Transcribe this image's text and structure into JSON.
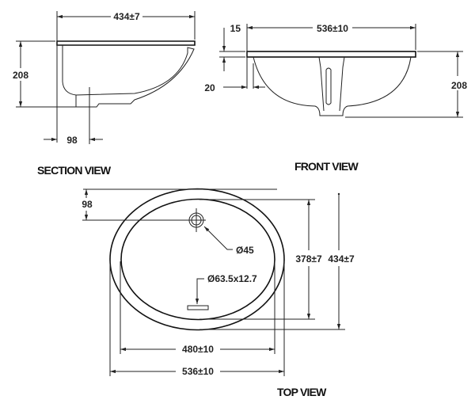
{
  "section_view": {
    "title": "SECTION VIEW",
    "width": "434±7",
    "height": "208",
    "offset": "98"
  },
  "front_view": {
    "title": "FRONT VIEW",
    "width": "536±10",
    "rim": "15",
    "wall": "20",
    "height": "208"
  },
  "top_view": {
    "title": "TOP VIEW",
    "overflow_offset": "98",
    "overflow_diameter": "Ø45",
    "drain_slot": "Ø63.5x12.7",
    "inner_depth": "378±7",
    "outer_depth": "434±7",
    "inner_width": "480±10",
    "outer_width": "536±10"
  }
}
